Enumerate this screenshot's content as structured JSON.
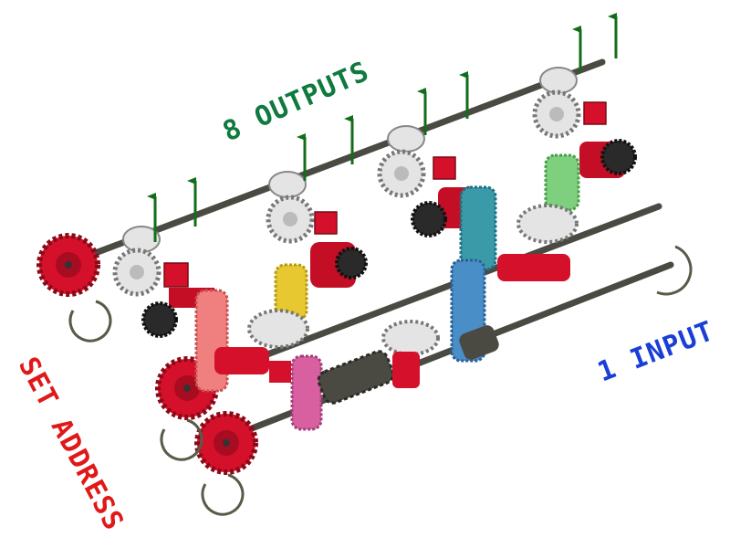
{
  "labels": {
    "outputs": "8 OUTPUTS",
    "input": "1 INPUT",
    "address": "SET ADDRESS"
  },
  "colors": {
    "outputs_label": "#0e7a3e",
    "input_label": "#1a3fd6",
    "address_label": "#e01818",
    "axle": "#4a4a42",
    "red_gear": "#d4102a",
    "grey_gear": "#e4e4e4",
    "dark_gear": "#2a2a2a",
    "arrow": "#126d1a",
    "pink_gear": "#f08080",
    "yellow_gear": "#e8c830",
    "teal_gear": "#3a9aa8",
    "blue_gear": "#4a8ec8",
    "green_gear": "#7ed07e",
    "magenta_gear": "#d860a0",
    "rotation_arc": "#5a5a4a"
  },
  "outputs_count": 8
}
